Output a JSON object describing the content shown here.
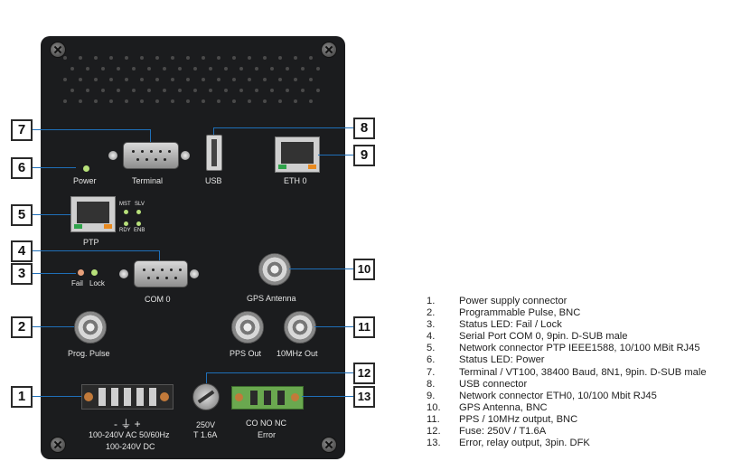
{
  "panel": {
    "labels": {
      "power": "Power",
      "terminal": "Terminal",
      "usb": "USB",
      "eth0": "ETH 0",
      "ptp": "PTP",
      "mst": "MST",
      "slv": "SLV",
      "rdy": "RDY",
      "enb": "ENB",
      "fail": "Fail",
      "lock": "Lock",
      "com0": "COM 0",
      "gps_antenna": "GPS Antenna",
      "prog_pulse": "Prog. Pulse",
      "pps_out": "PPS Out",
      "tenmhz_out": "10MHz Out",
      "power_symbols": "- ⏚ +",
      "power_ac": "100-240V AC 50/60Hz",
      "power_dc": "100-240V DC",
      "fuse_line1": "250V",
      "fuse_line2": "T 1.6A",
      "relay_pins": "CO NO  NC",
      "error": "Error"
    },
    "colors": {
      "panel": "#1b1c1e",
      "callout_line": "#1f6fb8",
      "led_green": "#b7e07a",
      "led_fail": "#e7a07a"
    }
  },
  "callouts": [
    "1",
    "2",
    "3",
    "4",
    "5",
    "6",
    "7",
    "8",
    "9",
    "10",
    "11",
    "12",
    "13"
  ],
  "legend": [
    {
      "num": "1.",
      "text": "Power supply connector"
    },
    {
      "num": "2.",
      "text": "Programmable Pulse, BNC"
    },
    {
      "num": "3.",
      "text": "Status LED: Fail / Lock"
    },
    {
      "num": "4.",
      "text": "Serial Port COM 0,  9pin. D-SUB male"
    },
    {
      "num": "5.",
      "text": "Network connector PTP IEEE1588, 10/100 MBit RJ45"
    },
    {
      "num": "6.",
      "text": "Status LED: Power"
    },
    {
      "num": "7.",
      "text": "Terminal / VT100, 38400 Baud, 8N1, 9pin. D-SUB male"
    },
    {
      "num": "8.",
      "text": "USB connector"
    },
    {
      "num": "9.",
      "text": "Network connector ETH0, 10/100 Mbit RJ45"
    },
    {
      "num": "10.",
      "text": "GPS Antenna, BNC"
    },
    {
      "num": "11.",
      "text": "PPS / 10MHz output, BNC"
    },
    {
      "num": "12.",
      "text": "Fuse: 250V / T1.6A"
    },
    {
      "num": "13.",
      "text": "Error, relay output, 3pin. DFK"
    }
  ]
}
